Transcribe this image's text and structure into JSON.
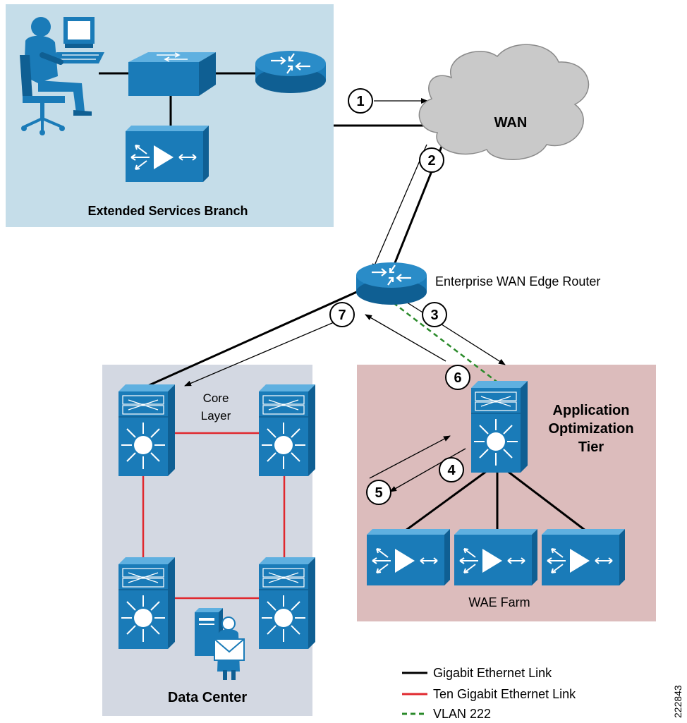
{
  "regions": {
    "branch": {
      "label": "Extended Services Branch",
      "color": "#c5dde9"
    },
    "data_center": {
      "label": "Data Center",
      "color": "#d3d8e2"
    },
    "app_tier": {
      "label_lines": [
        "Application",
        "Optimization",
        "Tier"
      ],
      "color": "#dcbcbc"
    }
  },
  "nodes": {
    "wan": "WAN",
    "edge_router": "Enterprise WAN Edge Router",
    "core_layer": [
      "Core",
      "Layer"
    ],
    "wae_farm": "WAE Farm"
  },
  "steps": [
    "1",
    "2",
    "3",
    "4",
    "5",
    "6",
    "7"
  ],
  "legend": [
    {
      "label": "Gigabit Ethernet Link",
      "style": "solid",
      "color": "#000000"
    },
    {
      "label": "Ten Gigabit Ethernet Link",
      "style": "solid",
      "color": "#e0282e"
    },
    {
      "label": "VLAN 222",
      "style": "dashed",
      "color": "#2a8a2a"
    }
  ],
  "figure_id": "222843"
}
